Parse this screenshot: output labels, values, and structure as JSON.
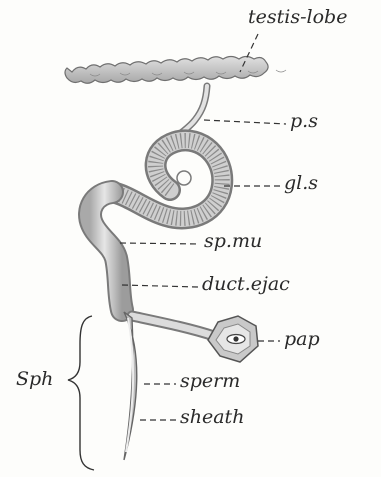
{
  "labels": {
    "testis_lobe": "testis-lobe",
    "ps": "p.s",
    "gls": "gl.s",
    "sp_mu": "sp.mu",
    "duct_ejac": "duct.ejac",
    "pap": "pap",
    "sph": "Sph",
    "sperm": "sperm",
    "sheath": "sheath"
  },
  "colors": {
    "ink": "#2a2a2a",
    "organ_fill": "#d8d8d8",
    "organ_shadow": "#9a9a9a",
    "background": "#fdfdfb"
  }
}
